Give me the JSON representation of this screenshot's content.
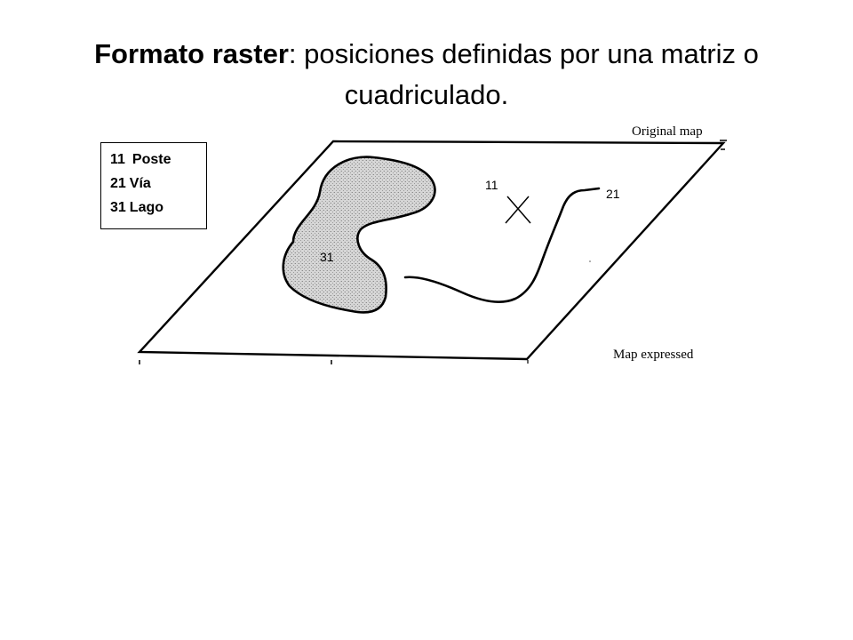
{
  "title": {
    "bold_part": "Formato raster",
    "rest_part": ": posiciones definidas por una matriz o cuadriculado."
  },
  "legend": {
    "items": [
      {
        "code": "11",
        "name": "Poste"
      },
      {
        "code": "21",
        "name": "Vía"
      },
      {
        "code": "31",
        "name": "Lago"
      }
    ]
  },
  "figure": {
    "original_map_label": "Original map",
    "map_expressed_label": "Map expressed",
    "feature_labels": {
      "pole": "11",
      "road": "21",
      "lake": "31"
    }
  }
}
